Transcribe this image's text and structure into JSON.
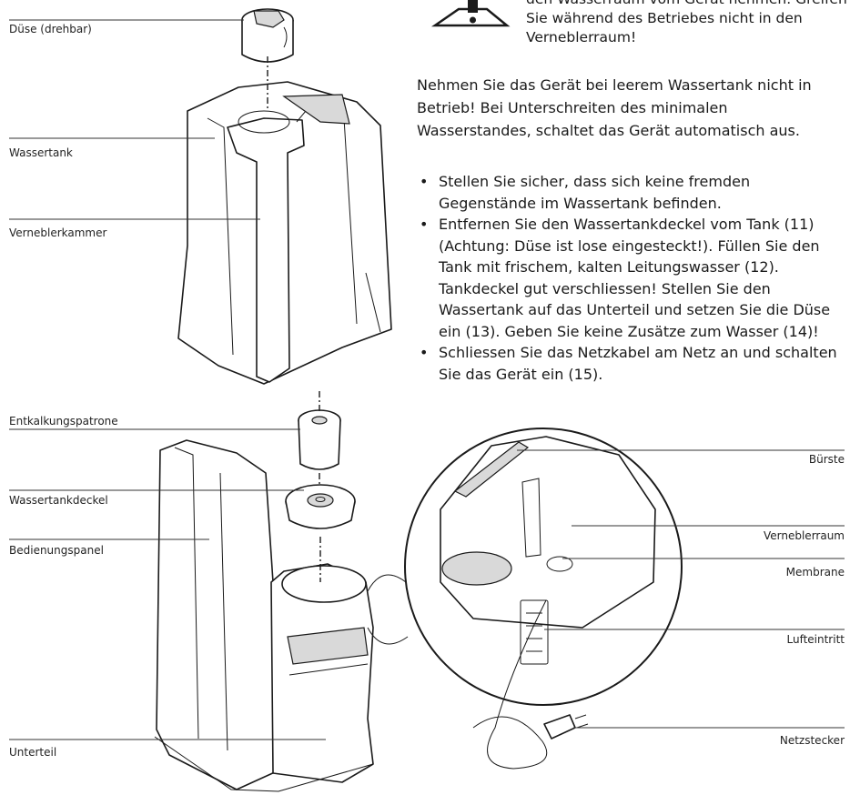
{
  "warning": {
    "line1": "den Wasserraum vom Gerät nehmen. Greifen",
    "line2": "Sie während des Betriebes nicht in den",
    "line3": "Verneblerraum!"
  },
  "intro": "Nehmen Sie das Gerät bei leerem Wassertank nicht in Betrieb! Bei Unterschreiten des minimalen Wasserstandes, schaltet das Gerät automatisch aus.",
  "steps": [
    "Stellen Sie sicher, dass sich keine fremden Gegenstände im Wassertank befinden.",
    "Entfernen Sie den Wassertankdeckel vom Tank (11) (Achtung: Düse ist lose eingesteckt!). Füllen Sie den Tank mit frischem, kalten Leitungswasser (12). Tankdeckel gut verschliessen! Stellen Sie den Wassertank auf das Unterteil und setzen Sie die Düse ein (13). Geben Sie keine Zusätze zum Wasser (14)!",
    "Schliessen Sie das Netzkabel am Netz an und schalten Sie das Gerät ein (15)."
  ],
  "labels_left": {
    "duese": "Düse (drehbar)",
    "wassertank": "Wassertank",
    "vernebler_kammer": "Verneblerkammer",
    "entkalkung": "Entkalkungspatrone",
    "tankdeckel": "Wassertankdeckel",
    "bedienungspanel": "Bedienungspanel",
    "unterteil": "Unterteil"
  },
  "labels_right": {
    "buerste": "Bürste",
    "vernebler_raum": "Verneblerraum",
    "membrane": "Membrane",
    "lufteintritt": "Lufteintritt",
    "netzstecker": "Netzstecker"
  }
}
